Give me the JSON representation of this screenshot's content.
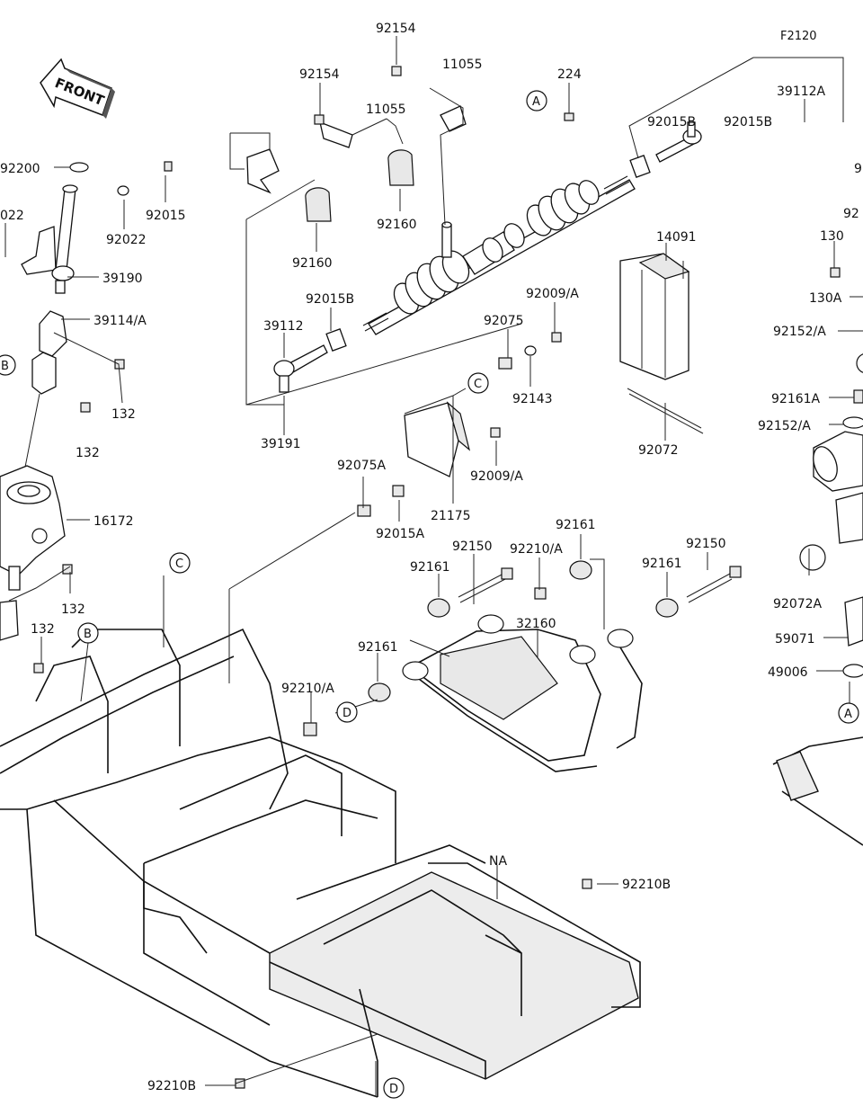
{
  "diagram_code": "F2120",
  "front_label": "FRONT",
  "callouts": [
    "A",
    "B",
    "C",
    "D"
  ],
  "parts": {
    "p92154_top": "92154",
    "p11055_right": "11055",
    "p224": "224",
    "p92154_left": "92154",
    "p11055_left": "11055",
    "p92015B_top": "92015B",
    "p92015B_top2": "92015B",
    "p39112A": "39112A",
    "p92200": "92200",
    "p92022_left": "022",
    "p92022": "92022",
    "p92015": "92015",
    "p92160_right": "92160",
    "p92160_left": "92160",
    "p39190": "39190",
    "p39114": "39114/A",
    "p92015B_mid": "92015B",
    "p39112": "39112",
    "p92009A_top": "92009/A",
    "p92075": "92075",
    "p14091": "14091",
    "p132_a": "132",
    "p132_b": "132",
    "p92143": "92143",
    "p39191": "39191",
    "p92072": "92072",
    "p92075A": "92075A",
    "p92009A_mid": "92009/A",
    "p16172": "16172",
    "p92015A": "92015A",
    "p21175": "21175",
    "p92161_top": "92161",
    "p92150_left": "92150",
    "p92210A_top": "92210/A",
    "p92150_right": "92150",
    "p92161_mid": "92161",
    "p92161_right": "92161",
    "p132_c": "132",
    "p32160": "32160",
    "p132_d": "132",
    "p92161_low": "92161",
    "p92210A_low": "92210/A",
    "pNA": "NA",
    "p92210B_right": "92210B",
    "p92210B_bottom": "92210B",
    "p130": "130",
    "p130A": "130A",
    "p92152A_a": "92152/A",
    "p92161A": "92161A",
    "p92152A_b": "92152/A",
    "p92072A": "92072A",
    "p59071": "59071",
    "p49006": "49006",
    "p92_cut": "92",
    "p9_cut": "9"
  }
}
